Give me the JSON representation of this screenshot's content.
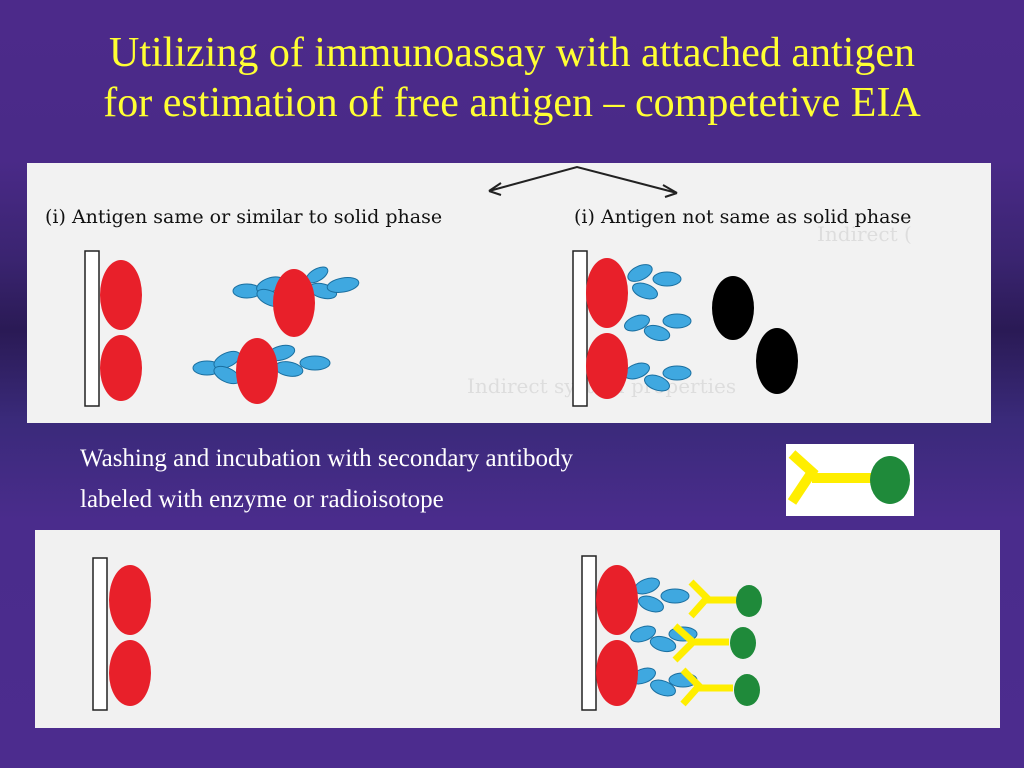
{
  "slide": {
    "title_line1": "Utilizing of immunoassay with attached antigen",
    "title_line2": "for estimation of free antigen – competetive EIA"
  },
  "top_panel": {
    "left_label": "(i) Antigen same or similar to solid phase",
    "right_label": "(i) Antigen not same as solid phase"
  },
  "caption": {
    "line1": "Washing and incubation with secondary antibody",
    "line2": "labeled with enzyme or radioisotope"
  },
  "colors": {
    "background": "#4c2a8a",
    "title": "#ffff33",
    "antigen": "#e8202a",
    "primary_antibody": "#3fa8e0",
    "free_antigen_not_same": "#000000",
    "secondary_antibody": "#ffee00",
    "label": "#1f8a3a",
    "solid_phase": "#ffffff"
  },
  "icons": [
    "solid-phase-bar",
    "red-antigen",
    "blue-antibody",
    "black-antigen",
    "yellow-secondary-antibody",
    "green-enzyme-label",
    "double-headed-arrow"
  ]
}
